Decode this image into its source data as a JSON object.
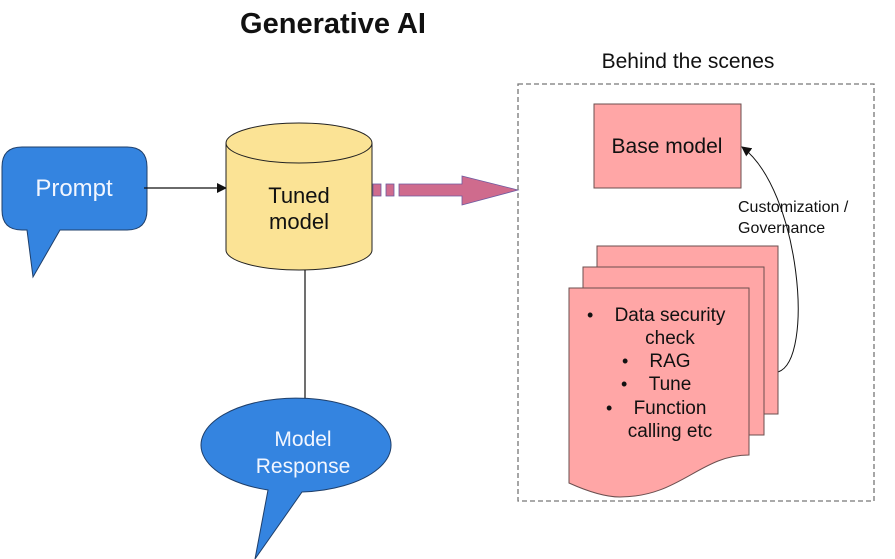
{
  "title": "Generative AI",
  "colors": {
    "bubble_blue": "#3484e0",
    "cylinder_yellow": "#fbe395",
    "pink_box": "#ffa6a6",
    "arrow_magenta": "#cf6b8d",
    "text_dark": "#111111",
    "text_light": "#f2f6ff"
  },
  "nodes": {
    "prompt": {
      "label": "Prompt",
      "shape": "speech-bubble-rect"
    },
    "tuned_model": {
      "label_lines": [
        "Tuned",
        "model"
      ],
      "shape": "cylinder"
    },
    "model_response": {
      "label_lines": [
        "Model",
        "Response"
      ],
      "shape": "speech-bubble-ellipse"
    },
    "base_model": {
      "label": "Base model",
      "shape": "rectangle"
    },
    "steps_document": {
      "shape": "stacked-documents",
      "items": [
        {
          "bullet": "•",
          "lines": [
            "Data security",
            "check"
          ]
        },
        {
          "bullet": "•",
          "lines": [
            "RAG"
          ]
        },
        {
          "bullet": "•",
          "lines": [
            "Tune"
          ]
        },
        {
          "bullet": "•",
          "lines": [
            "Function",
            "calling etc"
          ]
        }
      ]
    }
  },
  "group": {
    "label": "Behind the scenes",
    "style": "dashed"
  },
  "edges": {
    "prompt_to_model": {
      "from": "prompt",
      "to": "tuned_model"
    },
    "model_to_response": {
      "from": "tuned_model",
      "to": "model_response"
    },
    "model_to_scenes": {
      "from": "tuned_model",
      "to": "behind-the-scenes",
      "style": "block-arrow"
    },
    "customization": {
      "from": "steps_document",
      "to": "base_model",
      "label_lines": [
        "Customization /",
        "Governance"
      ]
    }
  }
}
